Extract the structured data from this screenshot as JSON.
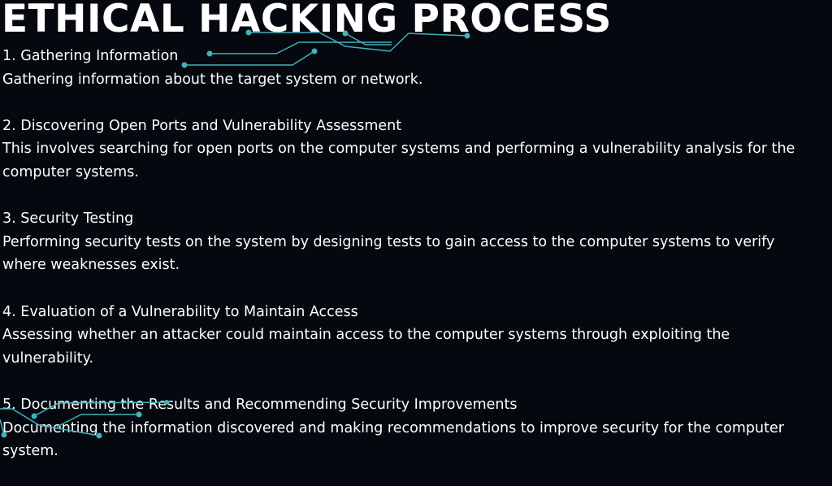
{
  "title": "ETHICAL HACKING PROCESS",
  "accent_color": "#3fb3bd",
  "sections": [
    {
      "heading": "1. Gathering Information",
      "body": "Gathering information about the target system or network."
    },
    {
      "heading": "2. Discovering Open Ports and Vulnerability Assessment",
      "body": "This involves searching for open ports on the computer systems and performing a vulnerability analysis for the computer systems."
    },
    {
      "heading": "3. Security Testing",
      "body": "Performing security tests on the system by designing tests to gain access to the computer systems to verify where weaknesses exist."
    },
    {
      "heading": "4. Evaluation of a Vulnerability to Maintain Access",
      "body": "Assessing whether an attacker could maintain access to the computer systems through exploiting the vulnerability."
    },
    {
      "heading": "5. Documenting the Results and Recommending Security Improvements",
      "body": "Documenting the information discovered and making recommendations to improve security for the computer system."
    }
  ]
}
